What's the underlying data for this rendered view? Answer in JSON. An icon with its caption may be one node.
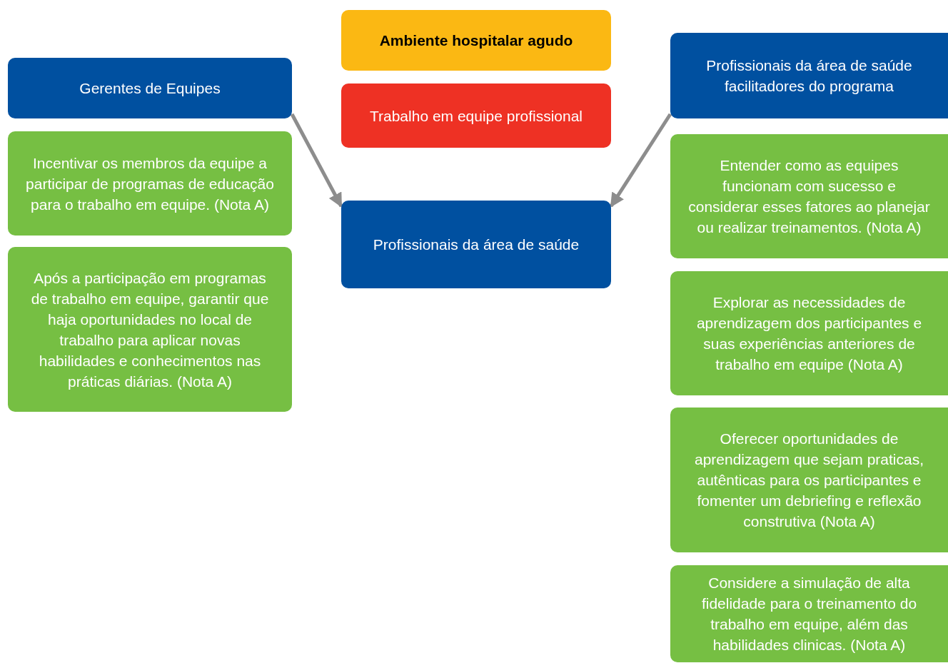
{
  "diagram": {
    "nodes": [
      {
        "text": [
          "Ambiente hospitalar agudo"
        ]
      },
      {
        "text": [
          "Trabalho em equipe profissional"
        ]
      },
      {
        "text": [
          "Gerentes de Equipes"
        ]
      },
      {
        "text": [
          "Incentivar os membros da equipe a participar de programas de educação para o trabalho em equipe. (Nota A)"
        ]
      },
      {
        "text": [
          "Após a participação em programas de trabalho em equipe, garantir que haja oportunidades no local de trabalho para aplicar novas habilidades e conhecimentos nas práticas diárias. (Nota A)"
        ]
      },
      {
        "text": [
          "Profissionais da área de saúde"
        ]
      },
      {
        "text": [
          "Profissionais da área de saúde facilitadores do programa"
        ]
      },
      {
        "text": [
          "Entender como as equipes funcionam com sucesso e considerar esses fatores ao planejar ou realizar treinamentos. (Nota A)"
        ]
      },
      {
        "text": [
          "Explorar as necessidades de aprendizagem dos participantes e suas experiências anteriores de trabalho em equipe (Nota A)"
        ]
      },
      {
        "text": [
          "Oferecer oportunidades de aprendizagem que sejam praticas, autênticas para os participantes e fomenter um debriefing e reflexão construtiva (Nota A)"
        ]
      },
      {
        "text": [
          "Considere a simulação de alta fidelidade para o treinamento do trabalho em equipe, além das habilidades clinicas. (Nota A)"
        ]
      }
    ],
    "edges": [
      {
        "from": 2,
        "to": 5,
        "arrow": "to"
      },
      {
        "from": 6,
        "to": 5,
        "arrow": "to"
      }
    ]
  }
}
